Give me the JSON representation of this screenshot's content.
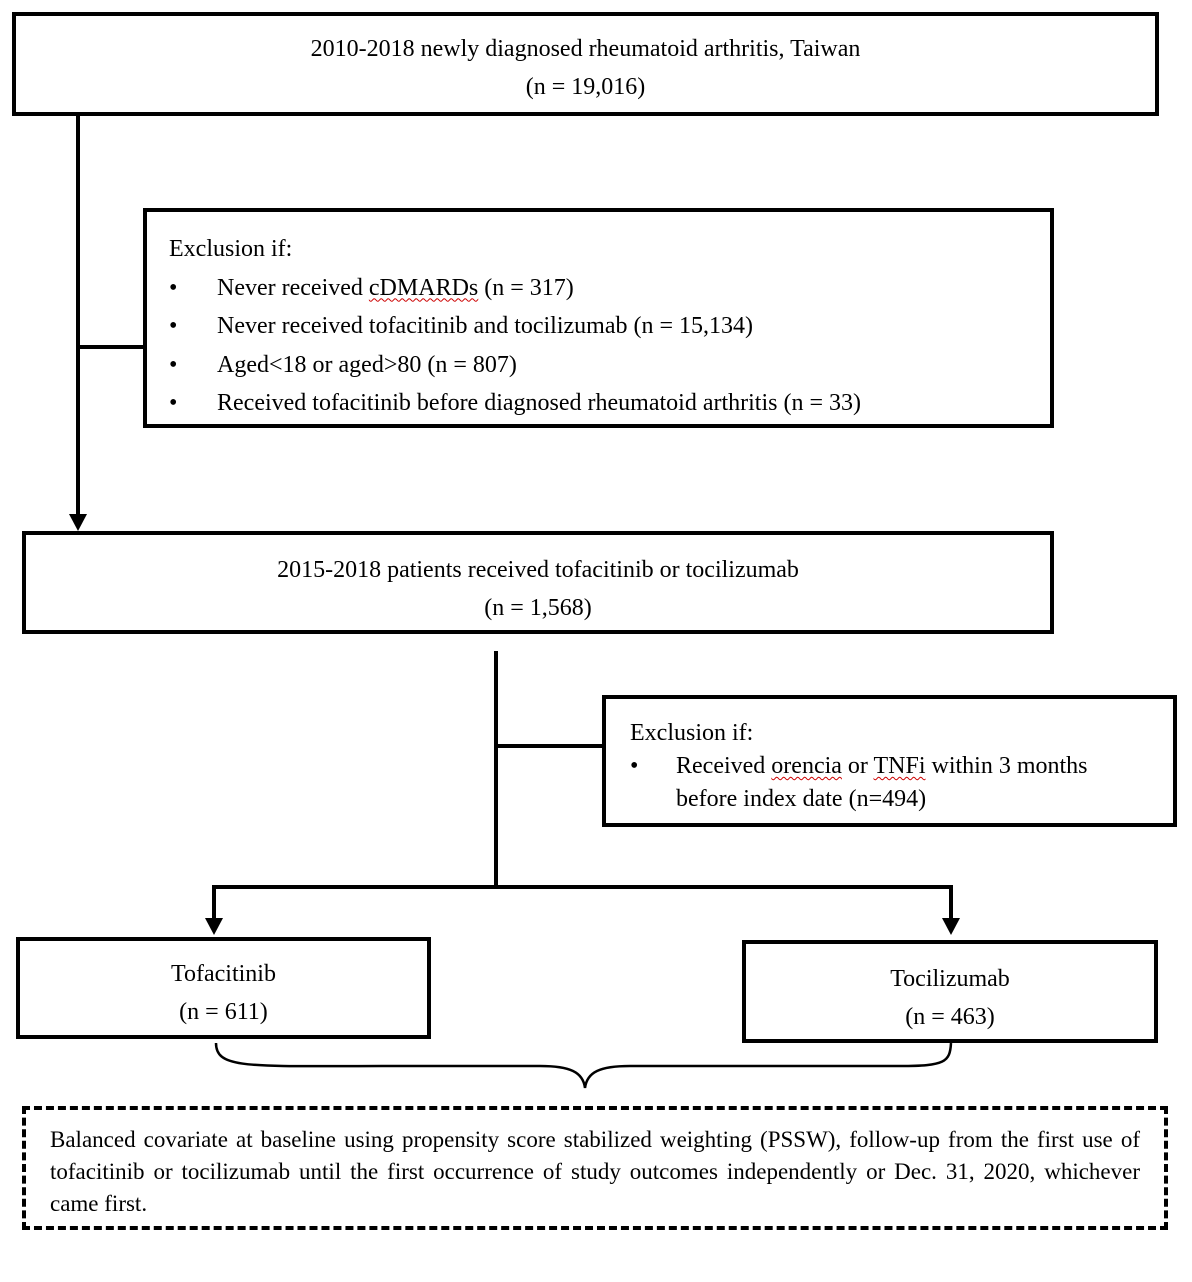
{
  "top_box": {
    "line1": "2010-2018 newly diagnosed rheumatoid arthritis, Taiwan",
    "line2": "(n = 19,016)"
  },
  "exclusion1": {
    "title": "Exclusion if:",
    "items": [
      {
        "before": "Never received ",
        "underlined": "cDMARDs",
        "after": " (n = 317)"
      },
      {
        "text": "Never received tofacitinib and tocilizumab (n = 15,134)"
      },
      {
        "text": "Aged<18 or aged>80 (n = 807)"
      },
      {
        "text": "Received tofacitinib before diagnosed rheumatoid arthritis (n = 33)"
      }
    ]
  },
  "middle_box": {
    "line1": "2015-2018 patients received tofacitinib or tocilizumab",
    "line2": "(n = 1,568)"
  },
  "exclusion2": {
    "title": "Exclusion if:",
    "item": {
      "part1": "Received ",
      "underlined1": "orencia",
      "part2": " or ",
      "underlined2": "TNFi",
      "part3": " within 3 months",
      "line2": "before index date (n=494)"
    }
  },
  "tofacitinib_box": {
    "name": "Tofacitinib",
    "n": "(n = 611)"
  },
  "tocilizumab_box": {
    "name": "Tocilizumab",
    "n": "(n = 463)"
  },
  "bottom_note": {
    "text": "Balanced covariate at baseline using propensity score stabilized weighting (PSSW), follow-up from the first use of tofacitinib or tocilizumab until the first occurrence of study outcomes independently or Dec. 31, 2020, whichever came first."
  },
  "bullet_symbol": "•"
}
